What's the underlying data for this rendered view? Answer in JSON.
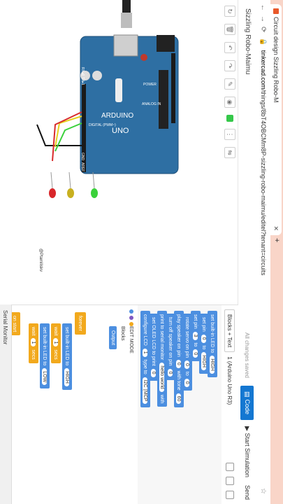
{
  "browser": {
    "tab_title": "Circuit design Sizzling Robo-M",
    "new_tab": "+",
    "url_host": "tinkercad.com",
    "url_path": "/things/8bT4OBCMm8P-sizzling-robo-maimu/editel?tenant=circuits",
    "star_icon": "☆"
  },
  "app": {
    "title": "Sizzling Robo-Maimu",
    "code_button": "Code",
    "start_sim_button": "Start Simulation",
    "send_button": "Send",
    "saved_text": "All changes saved"
  },
  "panel": {
    "board_select": "1 (Arduino Uno R3)",
    "edit_mode_label": "EDIT MODE",
    "mode_value": "Blocks",
    "mode_select": "Blocks + Text",
    "category": "Output"
  },
  "palette_blocks": [
    {
      "text": "set built-in LED to",
      "val": "HIGH"
    },
    {
      "text": "set pin",
      "val": "0",
      "text2": "to",
      "val2": "HIGH"
    },
    {
      "text": "set pin",
      "val": "3",
      "text2": "to",
      "val2": "0"
    },
    {
      "text": "rotate servo on pin",
      "val": "0",
      "text2": "to",
      "val2": "0"
    },
    {
      "text": "play speaker on pin",
      "val": "0",
      "text2": "with tone",
      "val2": "60"
    },
    {
      "text": "turn off speaker on pin",
      "val": "0"
    },
    {
      "text": "print to serial monitor",
      "val": "hello world",
      "text2": "with"
    },
    {
      "text": "set OLED LCD to print",
      "val": "0"
    },
    {
      "text": "configure LCD",
      "val": "1",
      "text2": "type to",
      "val2": "I2C (MCP"
    }
  ],
  "workspace_blocks": [
    {
      "name": "forever",
      "text": "forever"
    },
    {
      "name": "set-led-high",
      "text": "set built-in LED to",
      "val": "HIGH"
    },
    {
      "name": "wait-1",
      "text": "wait",
      "val": "1",
      "unit": "secs"
    },
    {
      "name": "set-led-low",
      "text": "set built-in LED to",
      "val": "LOW"
    },
    {
      "name": "wait-2",
      "text": "wait",
      "val": "1",
      "unit": "secs"
    },
    {
      "name": "on-start",
      "text": "on start"
    }
  ],
  "serial": {
    "label": "Serial Monitor"
  },
  "board": {
    "brand": "ARDUINO",
    "model": "UNO",
    "power_label": "POWER",
    "analog_label": "ANALOG IN",
    "digital_label": "DIGITAL (PWM~)",
    "aref": "AREF",
    "gnd": "GND",
    "tx": "TX▸1",
    "rx": "RX◂0"
  },
  "leds": [
    {
      "color": "#3ad13a"
    },
    {
      "color": "#c8b020"
    },
    {
      "color": "#d8262a"
    }
  ],
  "watermark": "@Ptamiliskv"
}
